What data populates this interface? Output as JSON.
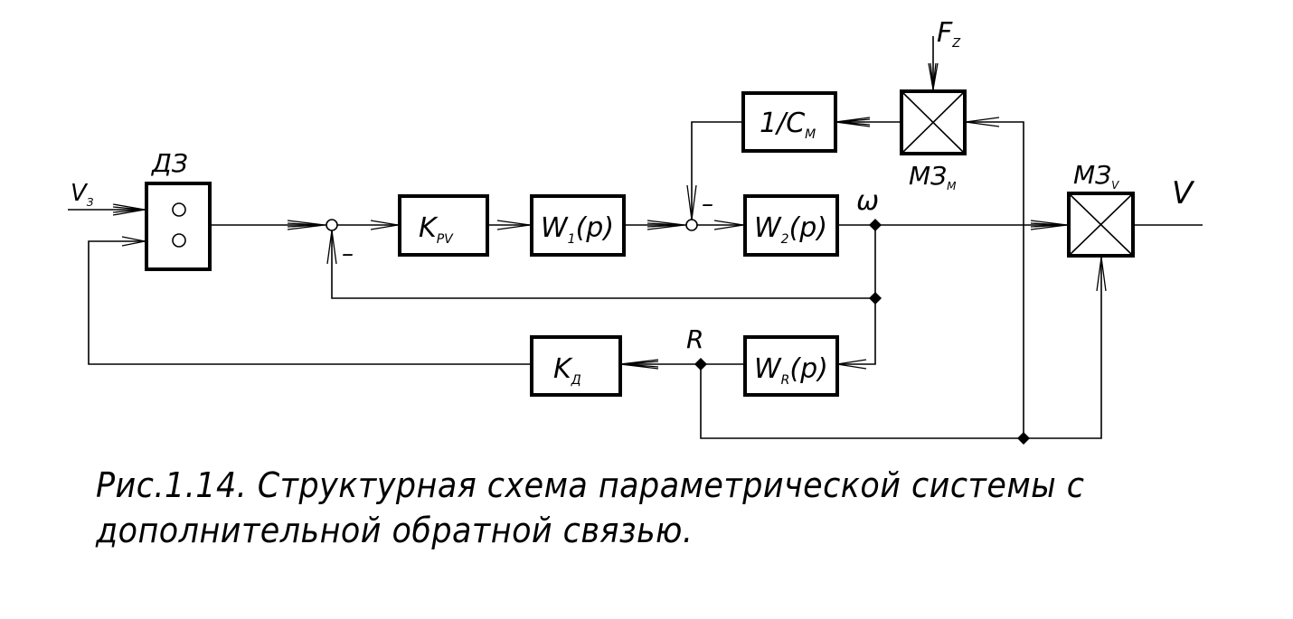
{
  "labels": {
    "dz": "ДЗ",
    "vz": "V",
    "vz_sub": "З",
    "omega": "ω",
    "v_out": "V",
    "r": "R",
    "fz": "F",
    "fz_sub": "Z",
    "mz_m": "МЗ",
    "mz_m_sub": "М",
    "mz_v": "МЗ",
    "mz_v_sub": "V",
    "minus_1": "–",
    "minus_2": "–"
  },
  "blocks": {
    "kpv": {
      "main": "K",
      "sub": "PV"
    },
    "w1": {
      "main": "W",
      "sub": "1",
      "tail": "(p)"
    },
    "w2": {
      "main": "W",
      "sub": "2",
      "tail": "(p)"
    },
    "c_m": {
      "main": "1/C",
      "sub": "M"
    },
    "wr": {
      "main": "W",
      "sub": "R",
      "tail": "(p)"
    },
    "kd": {
      "main": "K",
      "sub": "Д"
    }
  },
  "caption": {
    "line1": "Рис.1.14. Структурная схема параметрической системы с",
    "line2": "дополнительной обратной связью."
  }
}
